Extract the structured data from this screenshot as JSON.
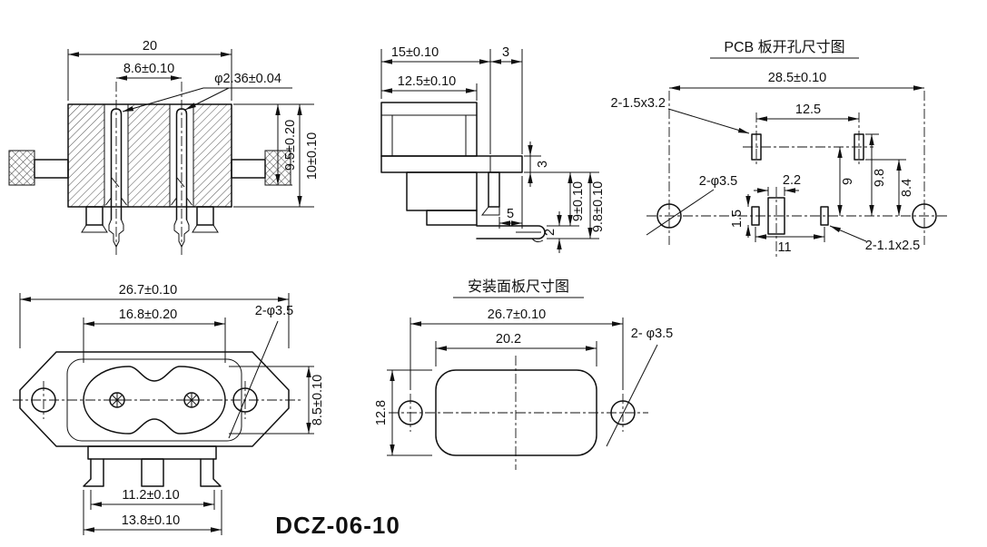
{
  "part_number": "DCZ-06-10",
  "front_view": {
    "w20": "20",
    "w86": "8.6±0.10",
    "pin_dia": "φ2.36±0.04",
    "h95": "9.5±0.20",
    "h10": "10±0.10"
  },
  "side_view": {
    "w15": "15±0.10",
    "w3": "3",
    "w125": "12.5±0.10",
    "t3": "3",
    "p5": "5",
    "p2": "2",
    "h9": "9±0.10",
    "h98": "9.8±0.10"
  },
  "pcb_view": {
    "title": "PCB 板开孔尺寸图",
    "w285": "28.5±0.10",
    "slot_top": "2-1.5x3.2",
    "w125": "12.5",
    "hole": "2-φ3.5",
    "w22": "2.2",
    "h9": "9",
    "h98": "9.8",
    "h84": "8.4",
    "h15": "1.5",
    "w11": "11",
    "slot_bottom": "2-1.1x2.5"
  },
  "face_view": {
    "w267": "26.7±0.10",
    "w168": "16.8±0.20",
    "hole": "2-φ3.5",
    "h85": "8.5±0.10",
    "w112": "11.2±0.10",
    "w138": "13.8±0.10"
  },
  "panel_view": {
    "title": "安装面板尺寸图",
    "w267": "26.7±0.10",
    "w202": "20.2",
    "hole": "2- φ3.5",
    "h128": "12.8"
  }
}
